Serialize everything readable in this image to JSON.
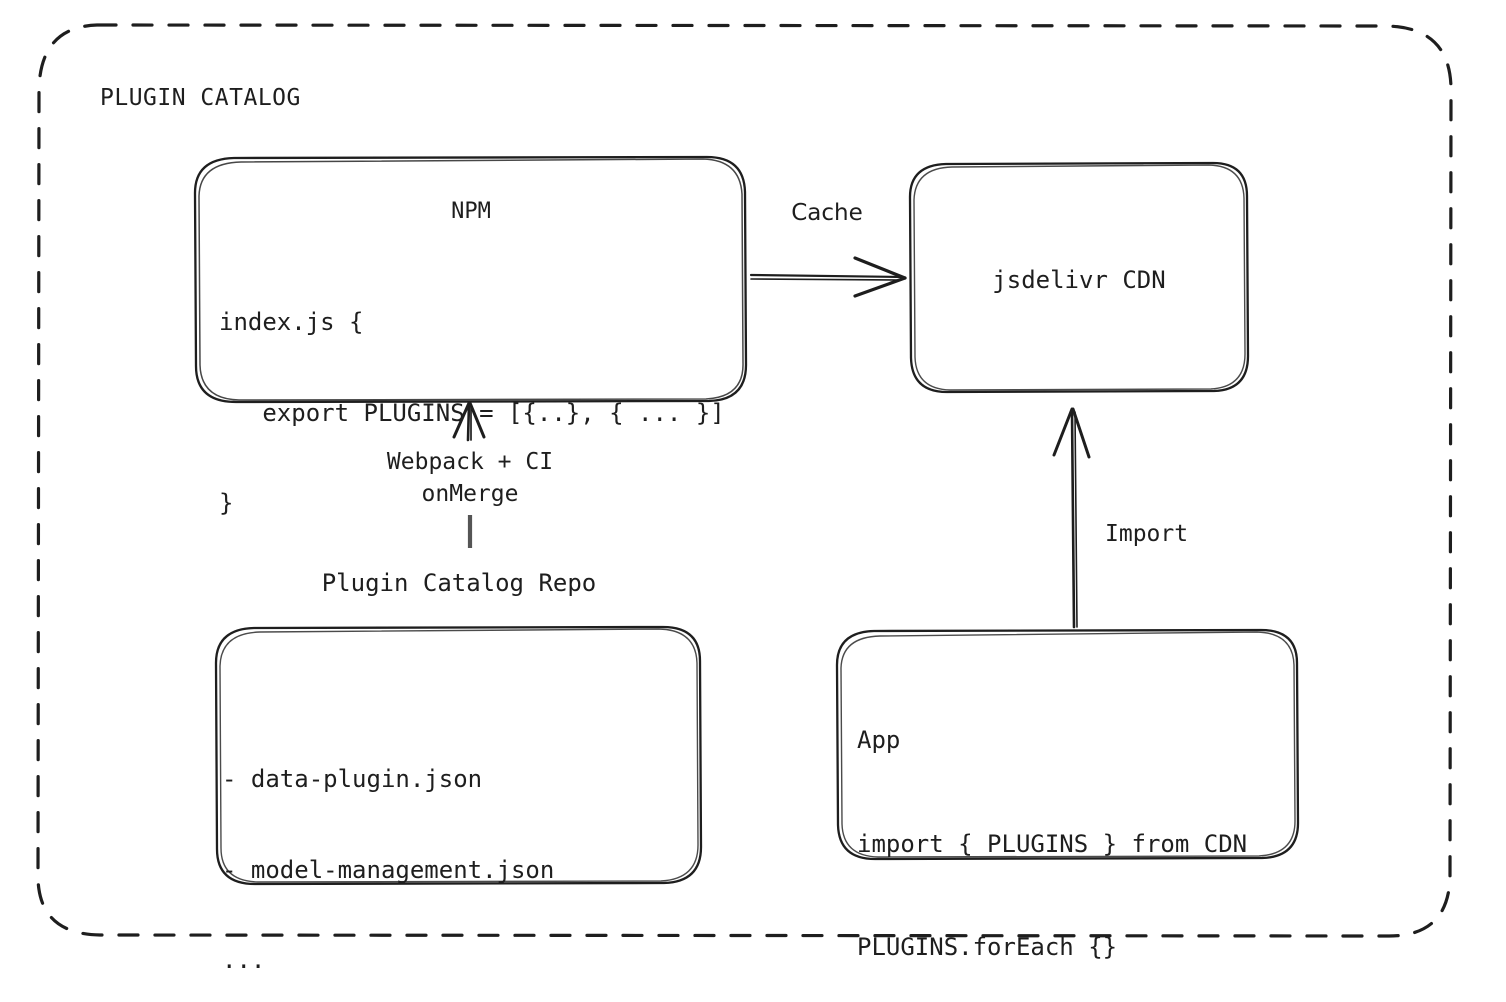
{
  "diagram": {
    "type": "flow-diagram",
    "style": "hand-drawn-sketch",
    "background_color": "#ffffff",
    "stroke_color": "#1e1e1e",
    "group": {
      "title": "PLUGIN CATALOG",
      "border_style": "dashed-rounded-rectangle"
    },
    "nodes": [
      {
        "id": "npm",
        "title": "NPM",
        "code": [
          "index.js {",
          "   export PLUGINS = [{..}, { ... }]",
          "}"
        ]
      },
      {
        "id": "cdn",
        "title": "jsdelivr CDN"
      },
      {
        "id": "repo",
        "caption": "Plugin Catalog Repo",
        "files": [
          "- data-plugin.json",
          "- model-management.json",
          "..."
        ]
      },
      {
        "id": "app",
        "title": "App",
        "code": [
          "import { PLUGINS } from CDN",
          "PLUGINS.forEach {}"
        ]
      }
    ],
    "edges": [
      {
        "id": "cache",
        "label": "Cache",
        "from": "npm",
        "to": "cdn",
        "direction": "right"
      },
      {
        "id": "build",
        "label_line1": "Webpack + CI",
        "label_line2": "onMerge",
        "from": "repo",
        "to": "npm",
        "direction": "up"
      },
      {
        "id": "import",
        "label": "Import",
        "from": "app",
        "to": "cdn",
        "direction": "up"
      }
    ]
  }
}
